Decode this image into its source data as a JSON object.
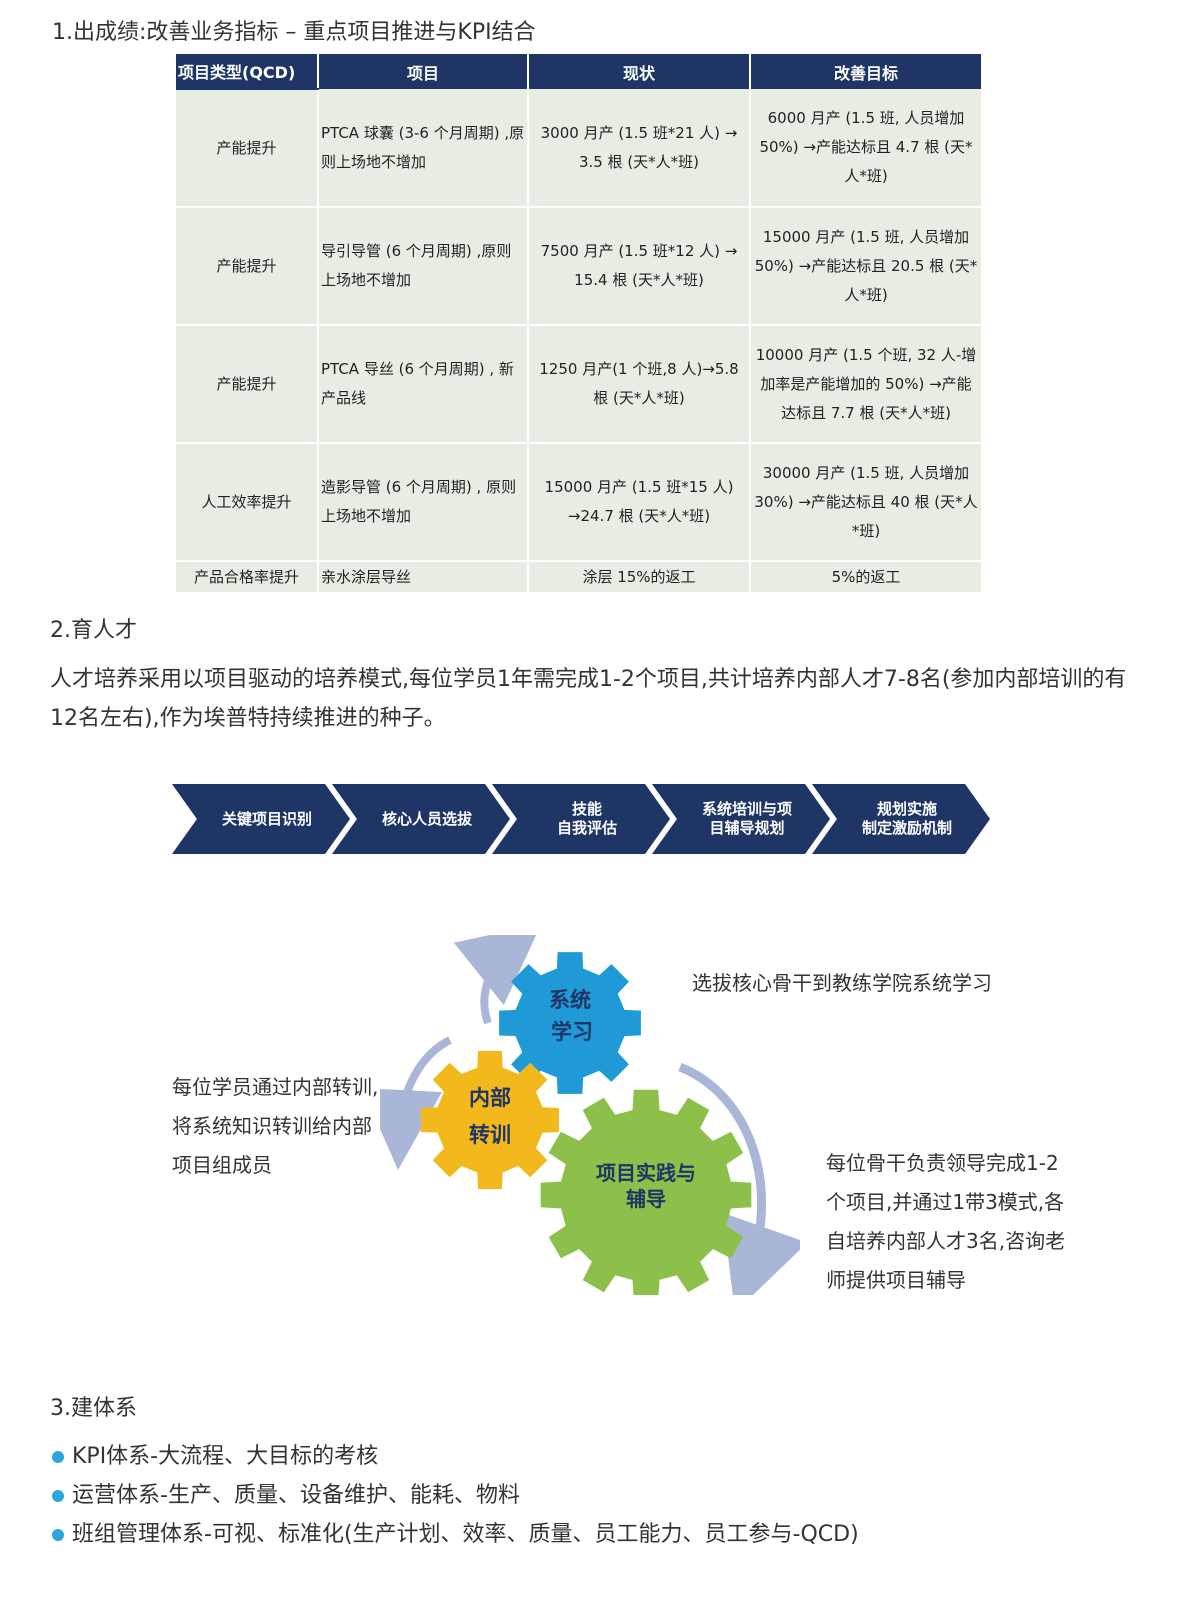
{
  "sections": {
    "s1_title": "1.出成绩:改善业务指标 – 重点项目推进与KPI结合",
    "s2_title": "2.育人才",
    "s3_title": "3.建体系"
  },
  "table": {
    "headers": [
      "项目类型(QCD)",
      "项目",
      "现状",
      "改善目标"
    ],
    "rows": [
      {
        "type": "产能提升",
        "project": "PTCA 球囊 (3-6 个月周期) ,原则上场地不增加",
        "status": "3000 月产 (1.5 班*21 人) → 3.5 根 (天*人*班)",
        "target": "6000 月产 (1.5 班, 人员增加 50%) →产能达标且 4.7 根 (天*人*班)"
      },
      {
        "type": "产能提升",
        "project": "导引导管 (6 个月周期) ,原则上场地不增加",
        "status": "7500 月产 (1.5 班*12 人) → 15.4 根 (天*人*班)",
        "target": "15000 月产 (1.5 班, 人员增加 50%) →产能达标且 20.5 根 (天*人*班)"
      },
      {
        "type": "产能提升",
        "project": "PTCA 导丝 (6 个月周期) , 新产品线",
        "status": "1250 月产(1 个班,8 人)→5.8 根 (天*人*班)",
        "target": "10000 月产 (1.5 个班, 32 人-增加率是产能增加的 50%) →产能达标且 7.7 根 (天*人*班)"
      },
      {
        "type": "人工效率提升",
        "project": "造影导管 (6 个月周期) , 原则上场地不增加",
        "status": "15000 月产 (1.5 班*15 人) →24.7 根 (天*人*班)",
        "target": "30000 月产 (1.5 班, 人员增加 30%) →产能达标且 40 根 (天*人*班)"
      },
      {
        "type": "产品合格率提升",
        "project": "亲水涂层导丝",
        "status": "涂层 15%的返工",
        "target": "5%的返工"
      }
    ]
  },
  "talent_paragraph": "人才培养采用以项目驱动的培养模式,每位学员1年需完成1-2个项目,共计培养内部人才7-8名(参加内部培训的有12名左右),作为埃普特持续推进的种子。",
  "process_steps": [
    {
      "line1": "关键项目识别",
      "line2": ""
    },
    {
      "line1": "核心人员选拔",
      "line2": ""
    },
    {
      "line1": "技能",
      "line2": "自我评估"
    },
    {
      "line1": "系统培训与项",
      "line2": "目辅导规划"
    },
    {
      "line1": "规划实施",
      "line2": "制定激励机制"
    }
  ],
  "gears": {
    "blue": {
      "line1": "系统",
      "line2": "学习",
      "color": "#1f9ad6"
    },
    "yellow": {
      "line1": "内部",
      "line2": "转训",
      "color": "#f2b81c"
    },
    "green": {
      "line1": "项目实践与",
      "line2": "辅导",
      "color": "#8cc04a"
    },
    "arrow_color": "#a9b6d8"
  },
  "gear_texts": {
    "top": "选拔核心骨干到教练学院系统学习",
    "left": "每位学员通过内部转训,将系统知识转训给内部项目组成员",
    "right": "每位骨干负责领导完成1-2个项目,并通过1带3模式,各自培养内部人才3名,咨询老师提供项目辅导"
  },
  "system_items": [
    "KPI体系-大流程、大目标的考核",
    "运营体系-生产、质量、设备维护、能耗、物料",
    "班组管理体系-可视、标准化(生产计划、效率、质量、员工能力、员工参与-QCD)"
  ],
  "colors": {
    "table_header": "#1e3566",
    "table_cell": "#e8ede4",
    "bullet": "#2aa6dc"
  }
}
